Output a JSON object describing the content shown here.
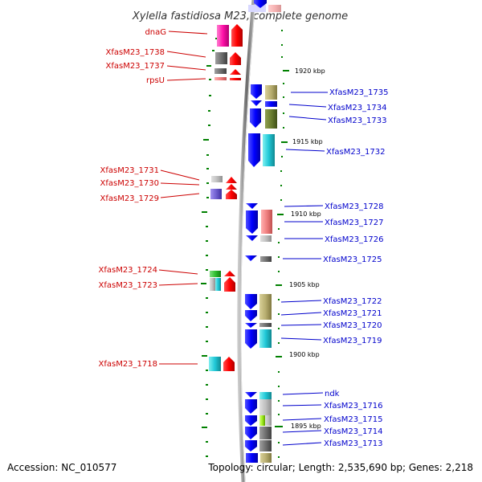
{
  "title": "Xylella fastidiosa M23, complete genome",
  "footer": {
    "accession": "Accession: NC_010577",
    "topology": "Topology: circular; Length: 2,535,690 bp; Genes: 2,218"
  },
  "scale_labels": [
    "1920 kbp",
    "1915 kbp",
    "1910 kbp",
    "1905 kbp",
    "1900 kbp",
    "1895 kbp"
  ],
  "genes_left": [
    "dnaG",
    "XfasM23_1738",
    "XfasM23_1737",
    "rpsU",
    "XfasM23_1731",
    "XfasM23_1730",
    "XfasM23_1729",
    "XfasM23_1724",
    "XfasM23_1723",
    "XfasM23_1718"
  ],
  "genes_right": [
    "XfasM23_1735",
    "XfasM23_1734",
    "XfasM23_1733",
    "XfasM23_1732",
    "XfasM23_1728",
    "XfasM23_1727",
    "XfasM23_1726",
    "XfasM23_1725",
    "XfasM23_1722",
    "XfasM23_1721",
    "XfasM23_1720",
    "XfasM23_1719",
    "ndk",
    "XfasM23_1716",
    "XfasM23_1715",
    "XfasM23_1714",
    "XfasM23_1713"
  ],
  "colors": {
    "left_label": "#cc0000",
    "right_label": "#0000cc",
    "forward_arrow": "#ff0000",
    "reverse_arrow": "#0000ff",
    "backbone": "#888888",
    "tick": "#008000"
  }
}
